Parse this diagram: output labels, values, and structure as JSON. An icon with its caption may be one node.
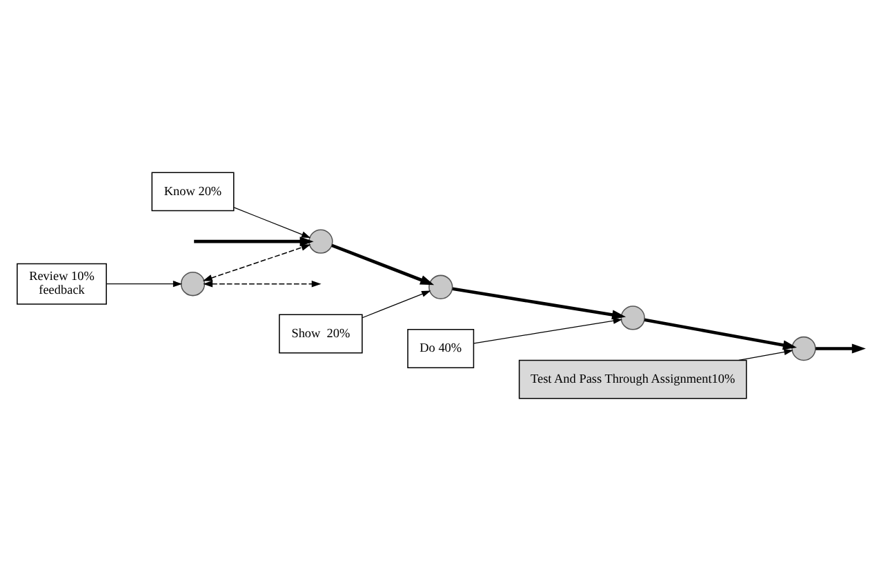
{
  "diagram": {
    "nodes": [
      {
        "text": [
          "Review 10%",
          "feedback"
        ]
      },
      {
        "text": [
          "Do 40%"
        ]
      },
      {
        "text": [
          "Show  20%"
        ]
      },
      {
        "text": [
          "Test And Pass Through Assignment10%"
        ]
      },
      {
        "text": [
          "Know 20%"
        ]
      },
      {
        "text": [],
        "shape": "circle"
      },
      {
        "text": [],
        "shape": "circle"
      },
      {
        "text": [],
        "shape": "circle"
      },
      {
        "text": [],
        "shape": "circle"
      },
      {
        "text": [],
        "shape": "circle"
      }
    ],
    "edges": [
      {
        "from": 0,
        "to": 8,
        "arrow": "to"
      },
      {
        "from": 1,
        "to": 6,
        "arrow": "to"
      },
      {
        "from": 2,
        "to": 5,
        "arrow": "to"
      },
      {
        "from": 3,
        "to": 9,
        "arrow": "to"
      },
      {
        "from": 4,
        "to": 7,
        "arrow": "to"
      },
      {
        "from": null,
        "to": 7,
        "arrow": "to",
        "style": "thick"
      },
      {
        "from": 7,
        "to": 5,
        "arrow": "to",
        "style": "thick"
      },
      {
        "from": 5,
        "to": 6,
        "arrow": "to",
        "style": "thick"
      },
      {
        "from": 6,
        "to": 9,
        "arrow": "to",
        "style": "thick"
      },
      {
        "from": 9,
        "to": null,
        "arrow": "to",
        "style": "thick"
      },
      {
        "from": 8,
        "to": 7,
        "arrow": "both",
        "style": "dashed"
      },
      {
        "from": 8,
        "to": null,
        "arrow": "both",
        "style": "dashed"
      }
    ]
  }
}
